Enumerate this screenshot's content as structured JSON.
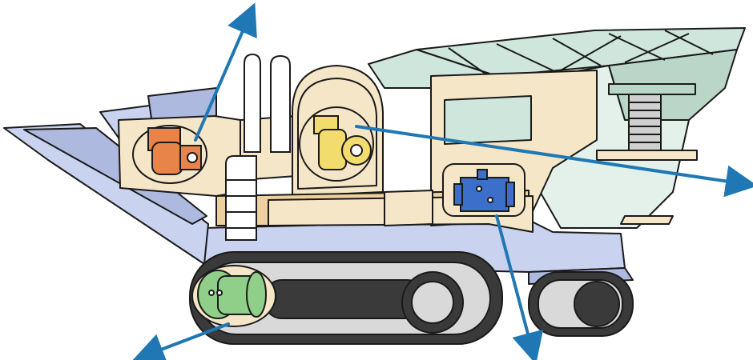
{
  "figure": {
    "subject": "",
    "colors": {
      "outline": "#1a1a1a",
      "body_cream": "#f6e6c8",
      "body_cream_dark": "#eecf9f",
      "frame_lavender": "#c9d2ee",
      "frame_lavender_dark": "#aeb9df",
      "screen_mint": "#cfe6dc",
      "screen_mint_dark": "#b9d6c9",
      "track_gray": "#3a3a3a",
      "track_light": "#d9d9d9",
      "arrow_blue": "#1f78b4",
      "pump_orange": "#e8834a",
      "pump_yellow": "#f3dc6e",
      "valve_blue": "#3c6fc9",
      "motor_green": "#8fcf8a"
    },
    "callouts": [
      {
        "id": "engine-pump-callout",
        "icon": "orange-pump-icon"
      },
      {
        "id": "crusher-motor-callout",
        "icon": "yellow-motor-icon"
      },
      {
        "id": "control-valve-callout",
        "icon": "blue-valve-icon"
      },
      {
        "id": "travel-motor-callout",
        "icon": "green-travel-motor-icon"
      }
    ]
  }
}
